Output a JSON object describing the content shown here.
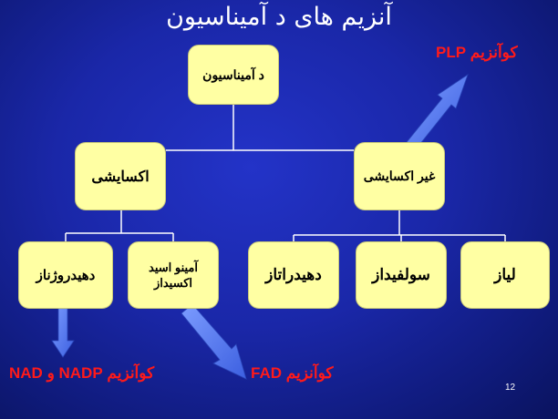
{
  "slide": {
    "title": "آنزیم های د آمیناسیون",
    "page_number": "12"
  },
  "nodes": {
    "root": "د آمیناسیون",
    "oxidative": "اکسایشی",
    "non_oxidative": "غیر اکسایشی",
    "dehydrogenase": "دهیدروژناز",
    "amino_acid_oxidase_line1": "آمینو اسید",
    "amino_acid_oxidase_line2": "اکسیداز",
    "dehydratase": "دهیدراتاز",
    "sulfhydrase": "سولفیداز",
    "lyase": "لیاز"
  },
  "cofactors": {
    "plp": "کوآنزیم PLP",
    "fad": "کوآنزیم FAD",
    "nad": "کوآنزیم NADP و NAD"
  },
  "colors": {
    "node_fill": "#ffffa3",
    "connector": "#ffffff",
    "arrow": "#4f74ea",
    "cofactor_text": "#ff1a1a",
    "background": "#1a27a8"
  }
}
